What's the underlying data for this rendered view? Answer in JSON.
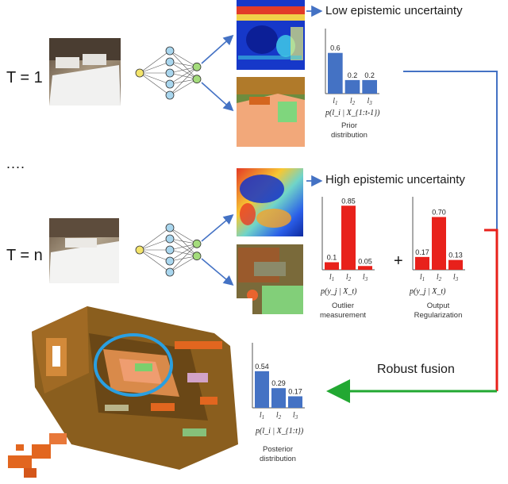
{
  "rows": [
    {
      "t_label": "T = 1",
      "uncertainty_label": "Low epistemic uncertainty"
    },
    {
      "t_label": "T = n",
      "uncertainty_label": "High epistemic uncertainty"
    }
  ],
  "ellipsis": "....",
  "fusion_label": "Robust fusion",
  "plus": "+",
  "colors": {
    "blue": "#4472c4",
    "red": "#e8211b",
    "green": "#22a832",
    "line_blue": "#4472c4"
  },
  "chart_data": [
    {
      "type": "bar",
      "id": "prior",
      "categories": [
        "l1",
        "l2",
        "l3"
      ],
      "values": [
        0.6,
        0.2,
        0.2
      ],
      "value_labels": [
        "0.6",
        "0.2",
        "0.2"
      ],
      "formula": "p(l_i | X_{1:t-1})",
      "caption": [
        "Prior",
        "distribution"
      ],
      "color": "#4472c4"
    },
    {
      "type": "bar",
      "id": "outlier",
      "categories": [
        "l1",
        "l2",
        "l3"
      ],
      "values": [
        0.1,
        0.85,
        0.05
      ],
      "value_labels": [
        "0.1",
        "0.85",
        "0.05"
      ],
      "formula": "p(y_j | X_t)",
      "caption": [
        "Outlier",
        "measurement"
      ],
      "color": "#e8211b"
    },
    {
      "type": "bar",
      "id": "regularization",
      "categories": [
        "l1",
        "l2",
        "l3"
      ],
      "values": [
        0.17,
        0.7,
        0.13
      ],
      "value_labels": [
        "0.17",
        "0.70",
        "0.13"
      ],
      "formula": "p(y_j | X_t)",
      "caption": [
        "Output",
        "Regularization"
      ],
      "color": "#e8211b"
    },
    {
      "type": "bar",
      "id": "posterior",
      "categories": [
        "l1",
        "l2",
        "l3"
      ],
      "values": [
        0.54,
        0.29,
        0.17
      ],
      "value_labels": [
        "0.54",
        "0.29",
        "0.17"
      ],
      "formula": "p(l_i | X_{1:t})",
      "caption": [
        "Posterior",
        "distribution"
      ],
      "color": "#4472c4"
    }
  ]
}
